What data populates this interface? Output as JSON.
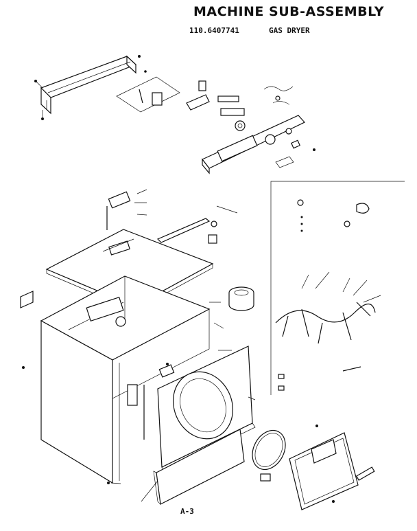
{
  "header": {
    "title": "MACHINE SUB-ASSEMBLY",
    "model_number": "110.6407741",
    "model_description": "GAS DRYER"
  },
  "footer": {
    "page_label": "A-3"
  }
}
